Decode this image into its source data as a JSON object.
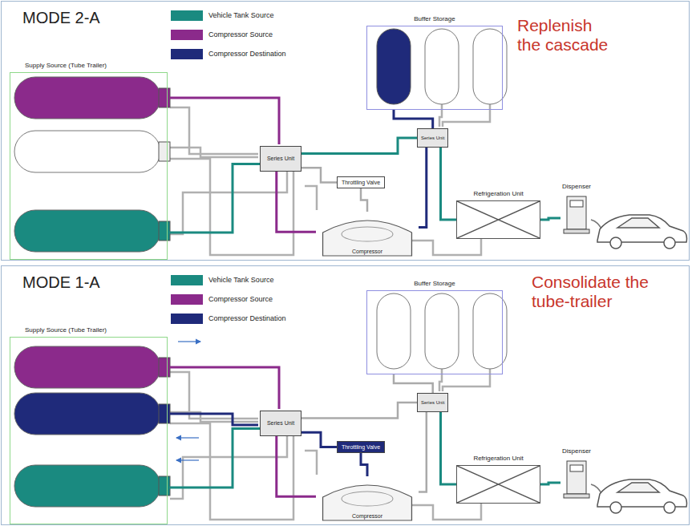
{
  "diagram": {
    "nodes": [
      {
        "text": [
          "MODE 2-A"
        ]
      },
      {
        "text": [
          "Supply Source (Tube Trailer)"
        ],
        "in": 0
      },
      {
        "text": [
          "Buffer Storage"
        ],
        "in": 0
      },
      {
        "text": [
          "Series Unit"
        ],
        "in": 0
      },
      {
        "text": [
          "Series Unit"
        ],
        "in": 0
      },
      {
        "text": [
          "Throttling Valve"
        ],
        "in": 0
      },
      {
        "text": [
          "Compressor"
        ],
        "in": 0
      },
      {
        "text": [
          "Refrigeration Unit"
        ],
        "in": 0
      },
      {
        "text": [
          "Dispenser"
        ],
        "in": 0
      },
      {
        "text": [
          "MODE 1-A"
        ]
      },
      {
        "text": [
          "Supply Source (Tube Trailer)"
        ],
        "in": 9
      },
      {
        "text": [
          "Buffer Storage"
        ],
        "in": 9
      },
      {
        "text": [
          "Series Unit"
        ],
        "in": 9
      },
      {
        "text": [
          "Series Unit"
        ],
        "in": 9
      },
      {
        "text": [
          "Throttling Valve"
        ],
        "in": 9
      },
      {
        "text": [
          "Compressor"
        ],
        "in": 9
      },
      {
        "text": [
          "Refrigeration Unit"
        ],
        "in": 9
      },
      {
        "text": [
          "Dispenser"
        ],
        "in": 9
      }
    ],
    "edges": [
      {
        "from": 1,
        "to": 4,
        "arrow": "none"
      },
      {
        "from": 4,
        "to": 5,
        "arrow": "none"
      },
      {
        "from": 5,
        "to": 6,
        "arrow": "none"
      },
      {
        "from": 4,
        "to": 6,
        "arrow": "none"
      },
      {
        "from": 6,
        "to": 3,
        "arrow": "none"
      },
      {
        "from": 4,
        "to": 3,
        "arrow": "none"
      },
      {
        "from": 3,
        "to": 2,
        "arrow": "none"
      },
      {
        "from": 3,
        "to": 7,
        "arrow": "none"
      },
      {
        "from": 7,
        "to": 8,
        "arrow": "none"
      },
      {
        "from": 10,
        "to": 13,
        "arrow": "none"
      },
      {
        "from": 13,
        "to": 14,
        "arrow": "none"
      },
      {
        "from": 14,
        "to": 15,
        "arrow": "none"
      },
      {
        "from": 13,
        "to": 15,
        "arrow": "none"
      },
      {
        "from": 15,
        "to": 12,
        "arrow": "none"
      },
      {
        "from": 13,
        "to": 12,
        "arrow": "none"
      },
      {
        "from": 12,
        "to": 11,
        "arrow": "none"
      },
      {
        "from": 12,
        "to": 16,
        "arrow": "none"
      },
      {
        "from": 16,
        "to": 17,
        "arrow": "none"
      }
    ],
    "labels": [
      "Replenish the cascade",
      "Consolidate the tube-trailer"
    ],
    "legend": [
      {
        "text": "Vehicle Tank Source",
        "color": "#1a8a80"
      },
      {
        "text": "Compressor Source",
        "color": "#8b2a8b"
      },
      {
        "text": "Compressor Destination",
        "color": "#1f2a7a"
      },
      {
        "text": "Vehicle Tank Source",
        "color": "#1a8a80"
      },
      {
        "text": "Compressor Source",
        "color": "#8b2a8b"
      },
      {
        "text": "Compressor Destination",
        "color": "#1f2a7a"
      }
    ]
  }
}
